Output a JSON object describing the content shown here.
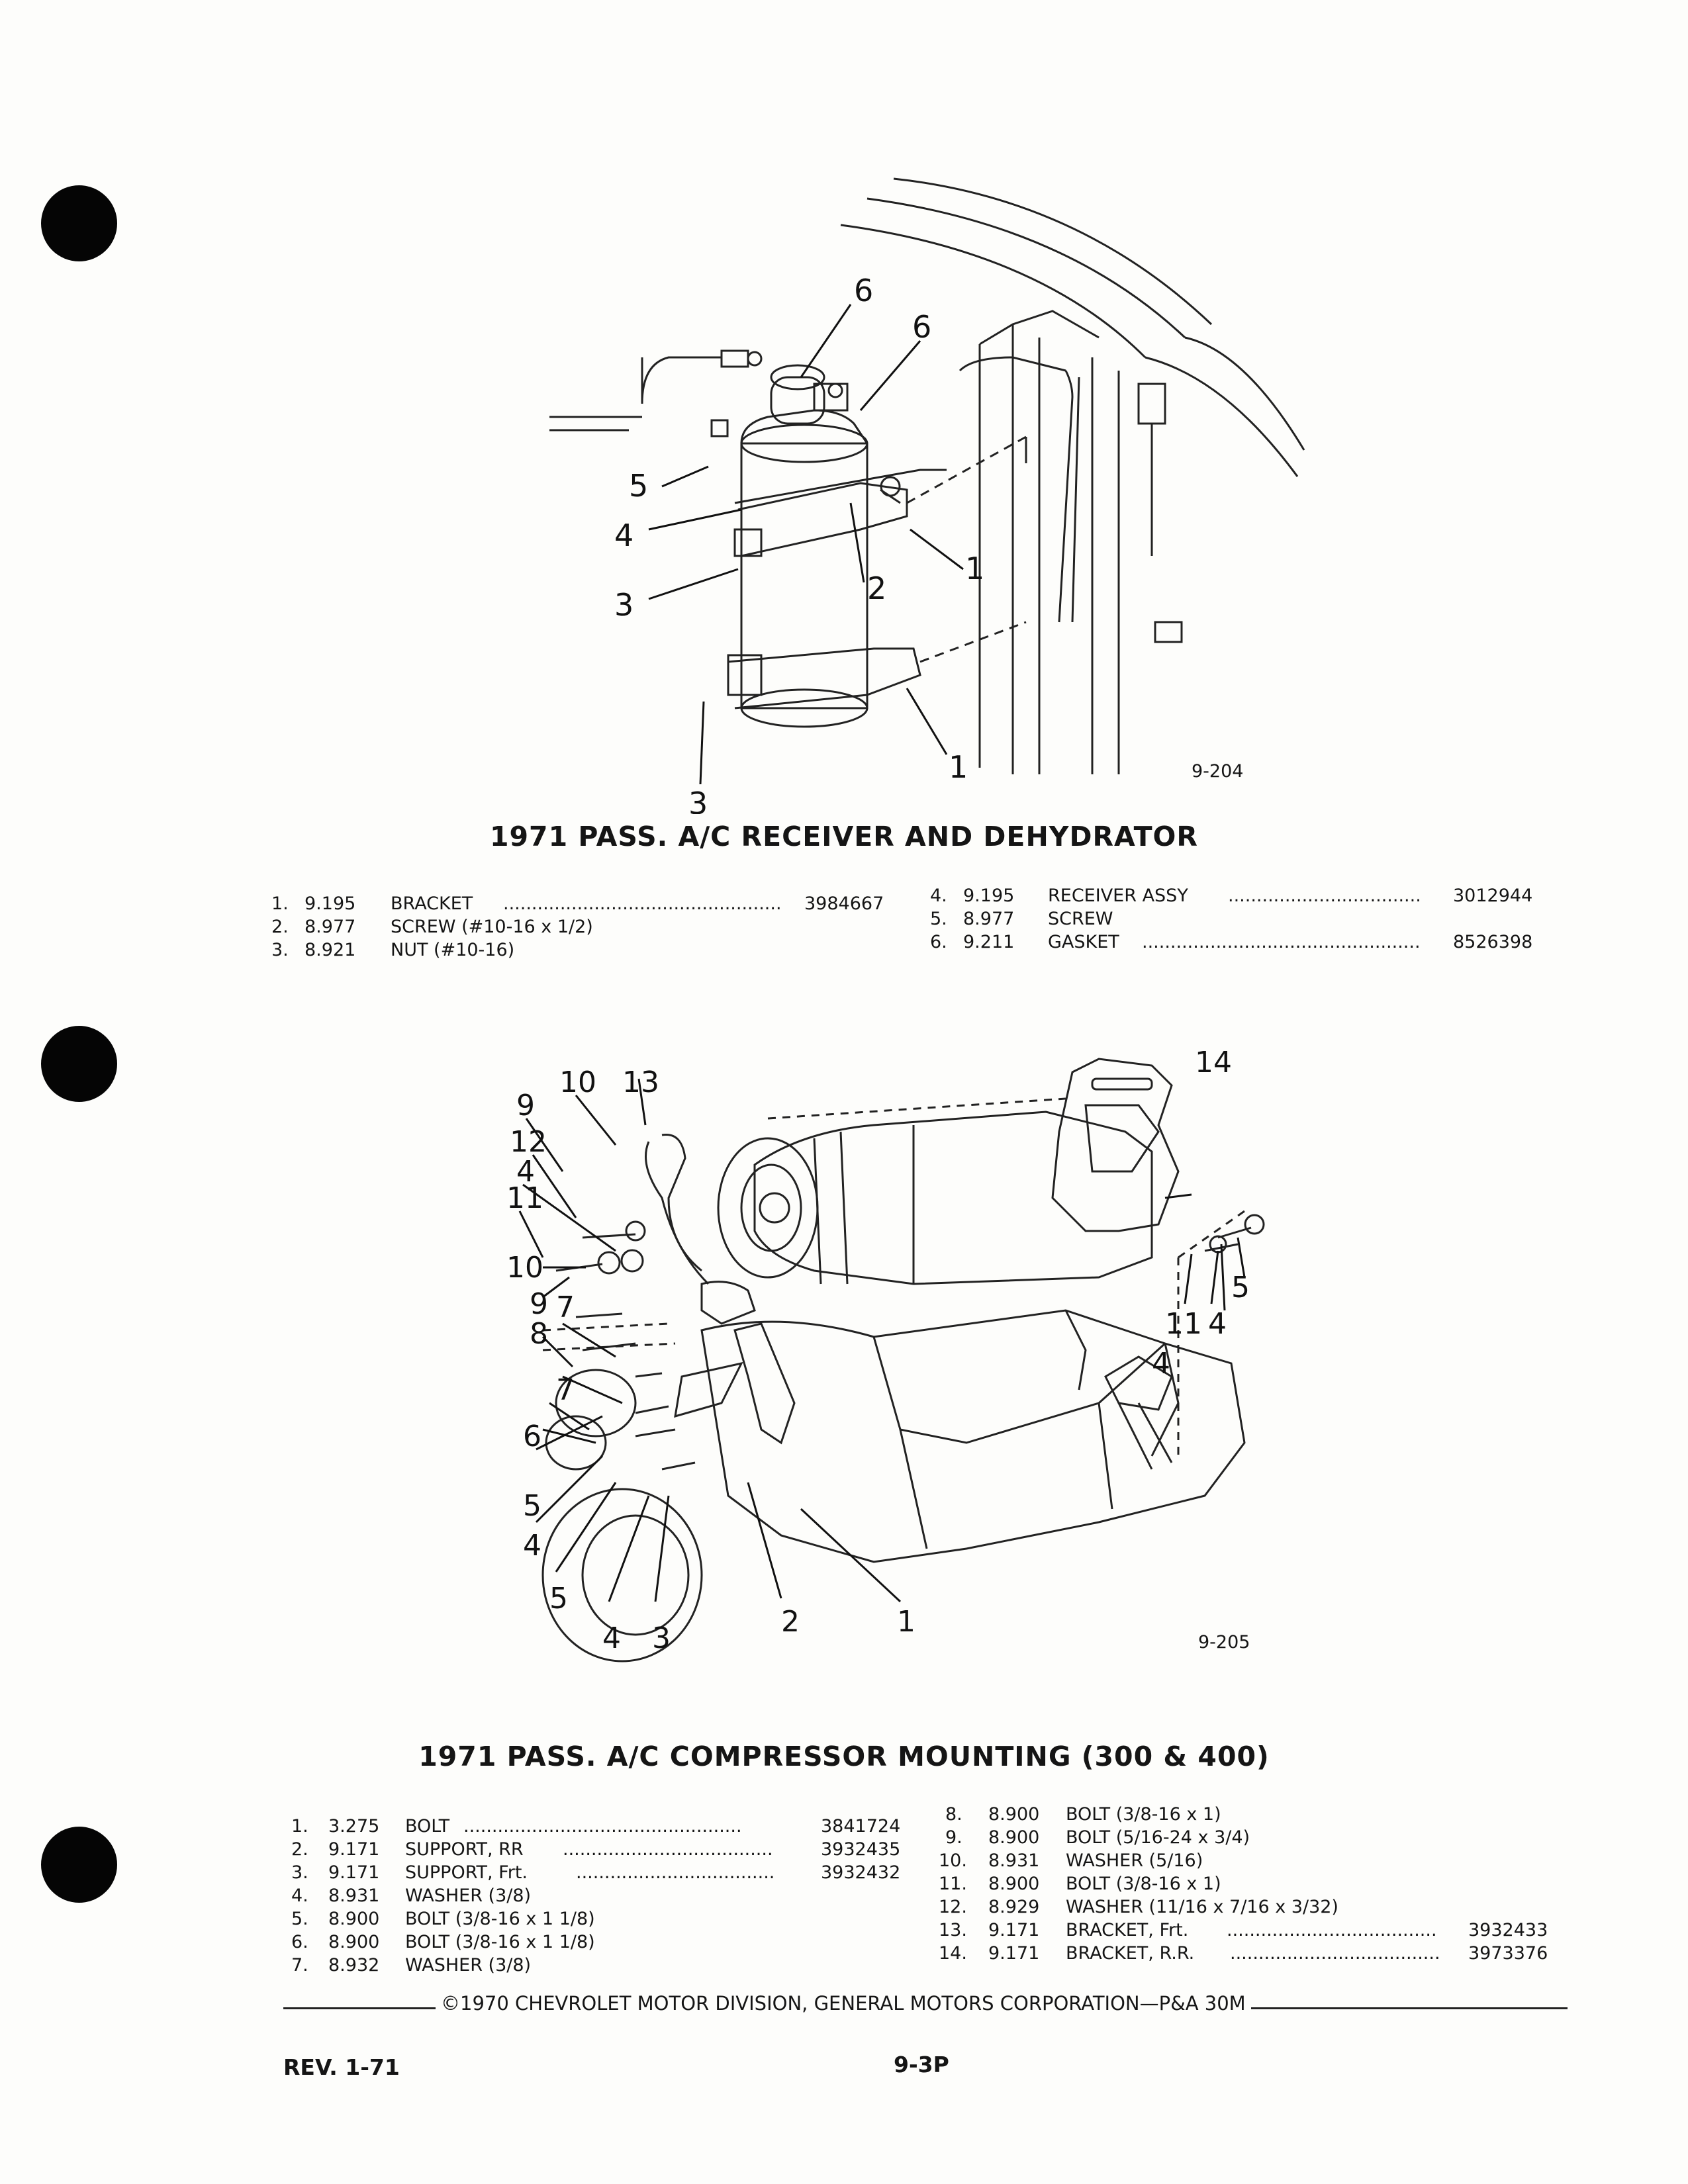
{
  "figure_1": {
    "title": "1971 PASS. A/C RECEIVER AND DEHYDRATOR",
    "figure_number": "9-204",
    "callouts": [
      "6",
      "6",
      "5",
      "4",
      "3",
      "3",
      "2",
      "1",
      "1"
    ],
    "parts_left": [
      {
        "no": "1.",
        "code": "9.195",
        "name": "BRACKET",
        "part": "3984667"
      },
      {
        "no": "2.",
        "code": "8.977",
        "name": "SCREW (#10-16 x 1/2)",
        "part": ""
      },
      {
        "no": "3.",
        "code": "8.921",
        "name": "NUT (#10-16)",
        "part": ""
      }
    ],
    "parts_right": [
      {
        "no": "4.",
        "code": "9.195",
        "name": "RECEIVER ASSY",
        "part": "3012944"
      },
      {
        "no": "5.",
        "code": "8.977",
        "name": "SCREW",
        "part": ""
      },
      {
        "no": "6.",
        "code": "9.211",
        "name": "GASKET",
        "part": "8526398"
      }
    ]
  },
  "figure_2": {
    "title": "1971 PASS. A/C COMPRESSOR MOUNTING (300 & 400)",
    "figure_number": "9-205",
    "callouts": [
      "9",
      "10",
      "13",
      "12",
      "4",
      "11",
      "10",
      "9",
      "7",
      "8",
      "7",
      "6",
      "5",
      "4",
      "5",
      "4",
      "3",
      "2",
      "1",
      "14",
      "5",
      "4",
      "11",
      "4"
    ],
    "parts_left": [
      {
        "no": "1.",
        "code": "3.275",
        "name": "BOLT",
        "part": "3841724"
      },
      {
        "no": "2.",
        "code": "9.171",
        "name": "SUPPORT, RR",
        "part": "3932435"
      },
      {
        "no": "3.",
        "code": "9.171",
        "name": "SUPPORT, Frt.",
        "part": "3932432"
      },
      {
        "no": "4.",
        "code": "8.931",
        "name": "WASHER (3/8)",
        "part": ""
      },
      {
        "no": "5.",
        "code": "8.900",
        "name": "BOLT (3/8-16 x 1 1/8)",
        "part": ""
      },
      {
        "no": "6.",
        "code": "8.900",
        "name": "BOLT (3/8-16 x 1 1/8)",
        "part": ""
      },
      {
        "no": "7.",
        "code": "8.932",
        "name": "WASHER (3/8)",
        "part": ""
      }
    ],
    "parts_right": [
      {
        "no": "8.",
        "code": "8.900",
        "name": "BOLT (3/8-16 x 1)",
        "part": ""
      },
      {
        "no": "9.",
        "code": "8.900",
        "name": "BOLT (5/16-24 x 3/4)",
        "part": ""
      },
      {
        "no": "10.",
        "code": "8.931",
        "name": "WASHER (5/16)",
        "part": ""
      },
      {
        "no": "11.",
        "code": "8.900",
        "name": "BOLT (3/8-16 x 1)",
        "part": ""
      },
      {
        "no": "12.",
        "code": "8.929",
        "name": "WASHER (11/16 x 7/16 x 3/32)",
        "part": ""
      },
      {
        "no": "13.",
        "code": "9.171",
        "name": "BRACKET, Frt.",
        "part": "3932433"
      },
      {
        "no": "14.",
        "code": "9.171",
        "name": "BRACKET, R.R.",
        "part": "3973376"
      }
    ]
  },
  "footer": {
    "copyright": "©1970 CHEVROLET MOTOR DIVISION, GENERAL MOTORS CORPORATION—P&A 30M",
    "revision": "REV. 1-71",
    "page_number": "9-3P"
  }
}
